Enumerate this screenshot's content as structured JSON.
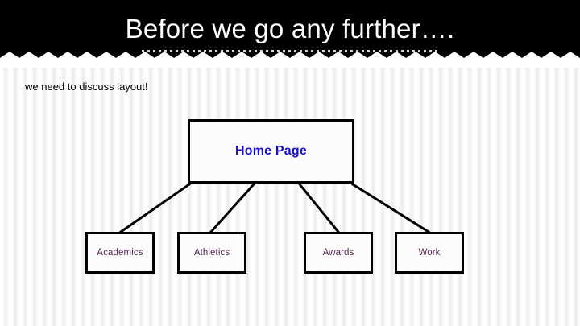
{
  "slide": {
    "title": "Before we go any further….",
    "subtitle": "we need to discuss layout!",
    "colors": {
      "band": "#000000",
      "title_text": "#ffffff",
      "subtitle_text": "#000000",
      "home_label": "#1a11c4",
      "leaf_label": "#54294f",
      "node_border": "#000000",
      "node_fill": "#fcfcfc",
      "background": "#ffffff"
    }
  },
  "diagram": {
    "type": "tree",
    "root": {
      "label": "Home Page"
    },
    "children": [
      {
        "label": "Academics"
      },
      {
        "label": "Athletics"
      },
      {
        "label": "Awards"
      },
      {
        "label": "Work"
      }
    ]
  }
}
